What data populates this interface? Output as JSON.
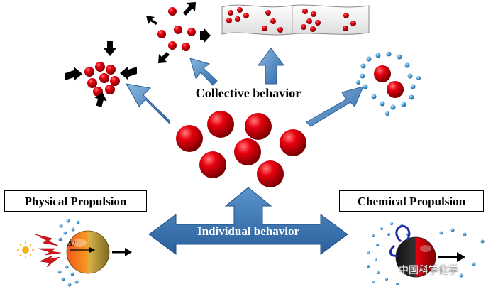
{
  "labels": {
    "collective": "Collective behavior",
    "individual": "Individual behavior",
    "physical": "Physical Propulsion",
    "chemical": "Chemical Propulsion",
    "delta_t": "ΔT"
  },
  "watermark": {
    "text": "中国科学化学"
  },
  "colors": {
    "particle_red": "#e3000f",
    "arrow_blue": "#3f7fbf",
    "dot_blue": "#4aa0d8",
    "black": "#000000"
  }
}
